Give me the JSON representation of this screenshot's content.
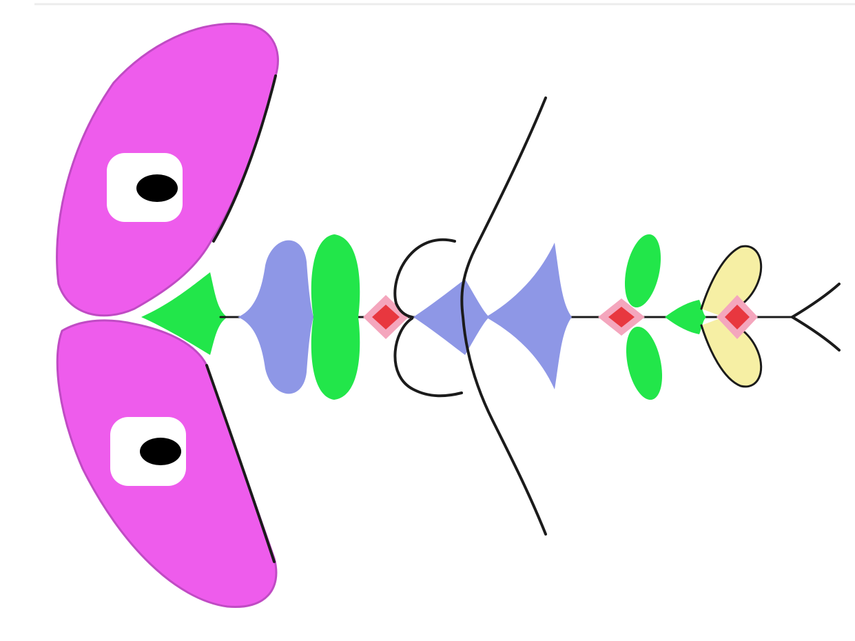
{
  "diagram": {
    "colors": {
      "magenta_region": "#ee5cec",
      "magenta_edge": "#c04bc4",
      "green_region": "#22e64a",
      "blue_region": "#8e97e6",
      "red_node": "#e8373f",
      "pink_halo": "#f4a6bd",
      "yellow_region": "#f6efa4",
      "curve": "#1b1b1b",
      "hole_fill": "#ffffff",
      "hole_point": "#000000"
    },
    "icons": {
      "region": "filled-region-shape",
      "hole": "white-square-with-black-dot",
      "node": "red-diamond-node",
      "curve": "black-curve"
    }
  }
}
